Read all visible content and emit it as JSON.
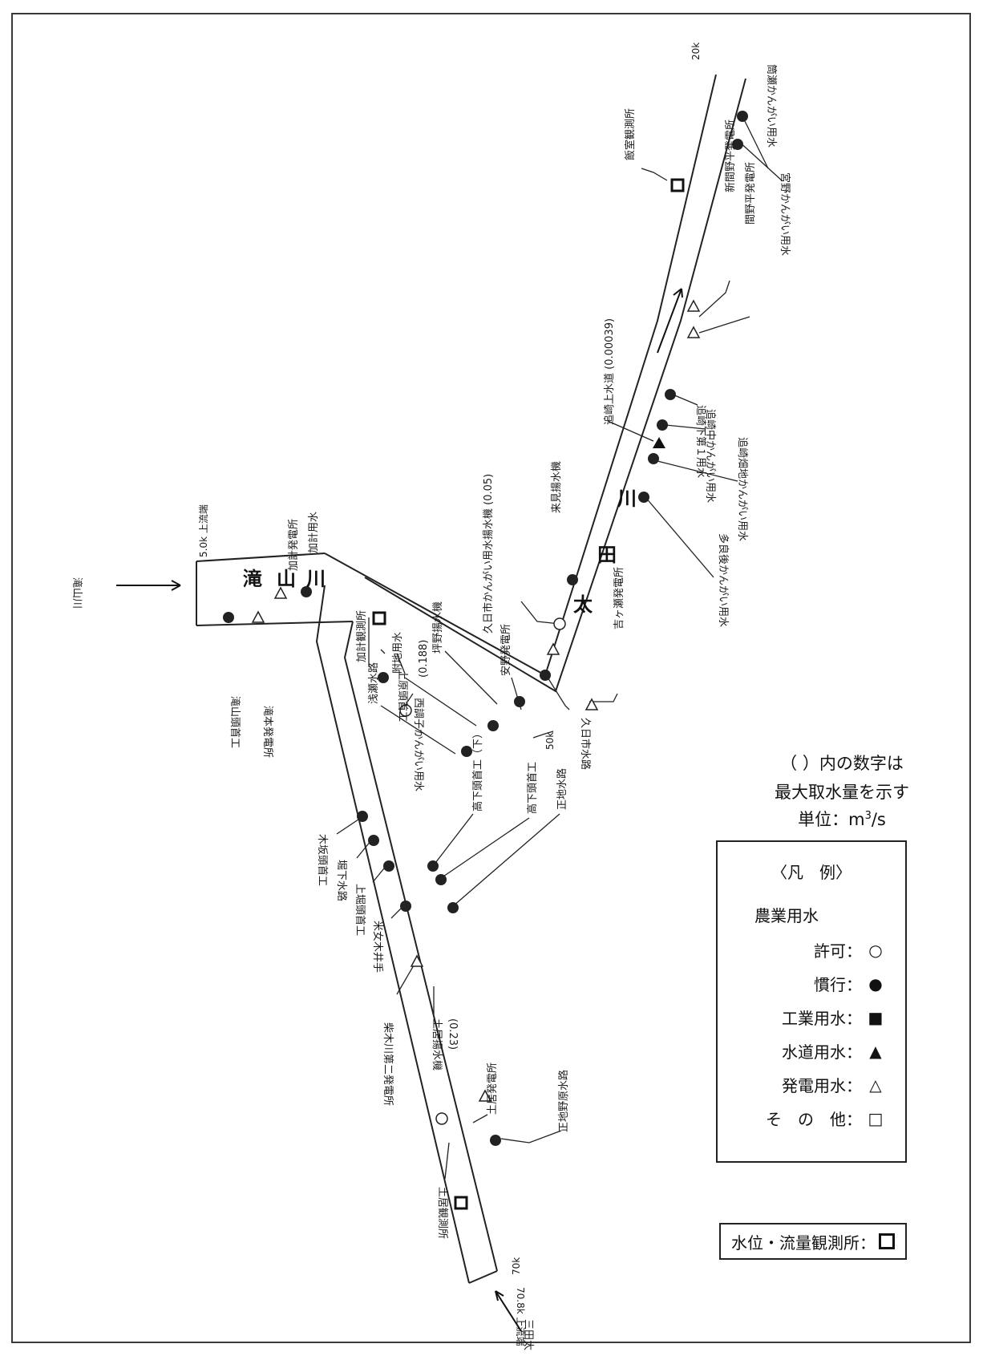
{
  "rivers": {
    "main": "太田川",
    "tributary": "滝山川",
    "tributary_inflow": "滝山川",
    "upper_inflow": "三田太"
  },
  "km_marks": [
    "20k",
    "50k",
    "70k",
    "70.8k 上流端",
    "5.0k 上流端"
  ],
  "facilities": [
    "飯室観測所",
    "筒瀬かんがい用水",
    "宮野かんがい用水",
    "新間野平発電所",
    "間野平発電所",
    "追崎上水道 (0.00039)",
    "追崎下第１用水",
    "追崎中かんがい用水",
    "追崎畑地かんがい用水",
    "多良後かんがい用水",
    "来見揚水機",
    "久日市かんがい用水揚水機 (0.05)",
    "吉ヶ瀬発電所",
    "久日市水路",
    "安野発電所",
    "坪野揚水機",
    "附地用水",
    "浅瀬水路",
    "加計観測所",
    "加計発電所",
    "加計用水",
    "滝本発電所",
    "滝山頭首工",
    "上原頭首工",
    "西調子かんがい用水",
    "(0.188)",
    "高下頭首工（下）",
    "高下頭首工",
    "正地水路",
    "木坂頭首工",
    "堀下水路",
    "上堀頭首工",
    "米女木井手",
    "柴木川第二発電所",
    "土居揚水機",
    "(0.23)",
    "土居観測所",
    "土居発電所",
    "正地野原水路"
  ],
  "notes": {
    "line1": "（ ）内の数字は",
    "line2": "最大取水量を示す",
    "unit_prefix": "単位：m",
    "unit_sup": "3",
    "unit_suffix": "/s"
  },
  "legend": {
    "title": "〈凡　例〉",
    "agri": "農業用水",
    "permit": "許可：",
    "customary": "慣行：",
    "industrial": "工業用水：",
    "water_supply": "水道用水：",
    "power": "発電用水：",
    "other": "そ　の　他："
  },
  "station_legend": "水位・流量観測所："
}
